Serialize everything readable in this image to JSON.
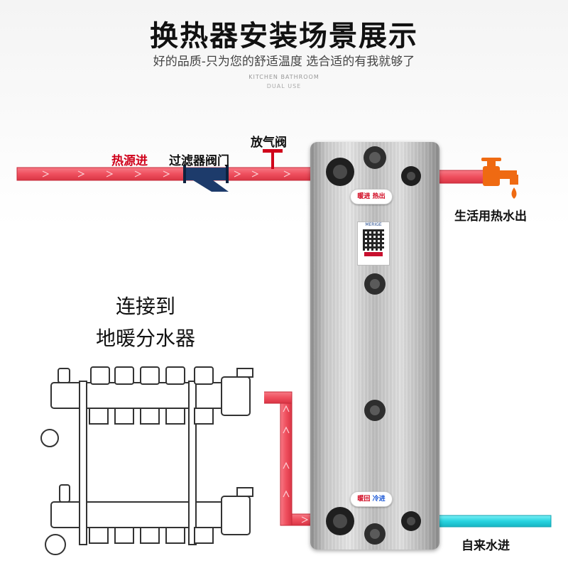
{
  "header": {
    "title": "换热器安装场景展示",
    "subtitle": "好的品质-只为您的舒适温度 选合适的有我就够了",
    "tiny_line_1": "KITCHEN BATHROOM",
    "tiny_line_2": "DUAL USE"
  },
  "labels": {
    "heat_source_in": "热源进",
    "filter_valve": "过滤器阀门",
    "vent_valve": "放气阀",
    "domestic_hot_out": "生活用热水出",
    "connect_to_line1": "连接到",
    "connect_to_line2": "地暖分水器",
    "tap_water_in": "自来水进"
  },
  "plate": {
    "brand": "MERIGE",
    "top_tag_left": "暖进",
    "top_tag_right": "热出",
    "bottom_tag_left": "暖回",
    "bottom_tag_right": "冷进"
  },
  "colors": {
    "hot_pipe": "#ef4f5e",
    "cold_pipe": "#27d4e0",
    "label_red": "#d0021b",
    "faucet": "#ef6a12"
  },
  "icons": [
    "faucet-icon",
    "water-drop-icon",
    "qr-code-icon",
    "filter-valve-icon",
    "vent-valve-icon"
  ]
}
